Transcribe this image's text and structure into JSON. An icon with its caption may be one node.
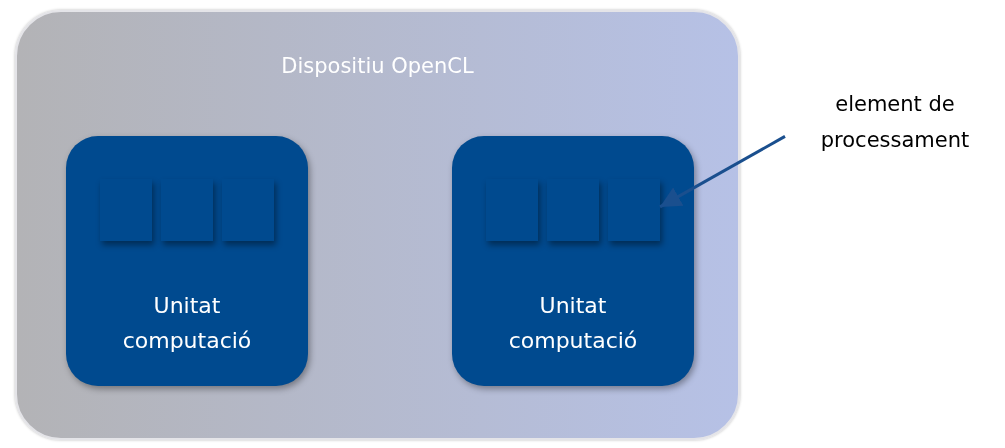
{
  "diagram": {
    "nodes": [
      {
        "text": [
          "Dispositiu OpenCL"
        ]
      },
      {
        "text": [
          "Unitat computació"
        ],
        "in": 0
      },
      {
        "text": [],
        "shape": "box",
        "in": 1
      },
      {
        "text": [],
        "shape": "box",
        "in": 1
      },
      {
        "text": [],
        "shape": "box",
        "in": 1
      },
      {
        "text": [
          "Unitat computació"
        ],
        "in": 0
      },
      {
        "text": [],
        "shape": "box",
        "in": 5
      },
      {
        "text": [],
        "shape": "box",
        "in": 5
      },
      {
        "text": [],
        "shape": "box",
        "in": 5
      },
      {
        "text": [
          "element de processament"
        ]
      }
    ],
    "edges": [
      {
        "from": 9,
        "to": 8,
        "arrow": "to"
      }
    ]
  }
}
